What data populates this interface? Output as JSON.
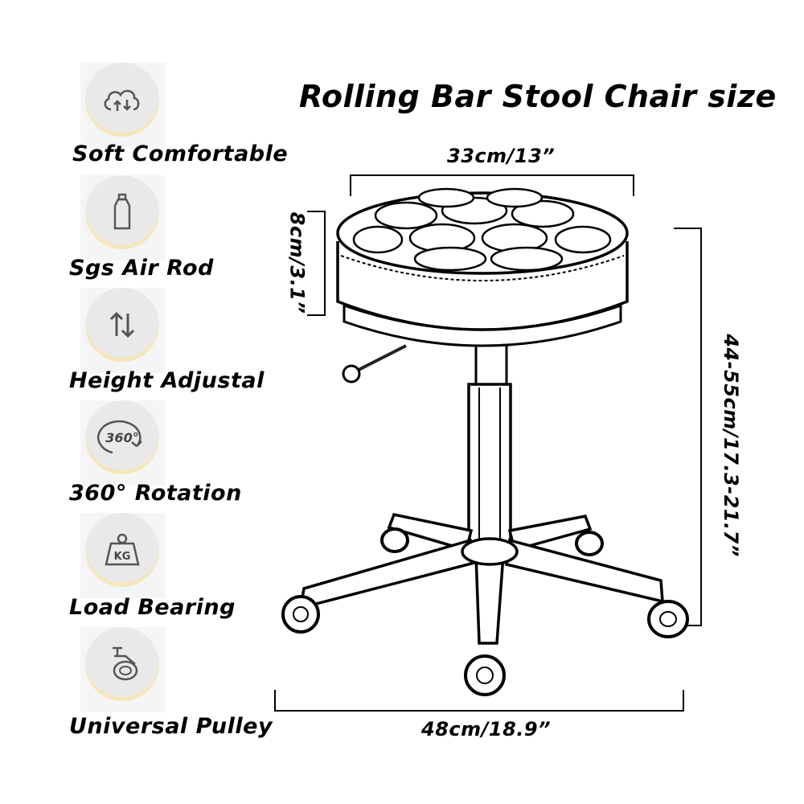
{
  "title": "Rolling Bar Stool Chair size",
  "features": [
    {
      "label": "Soft Comfortable",
      "icon": "cloud-sync-icon"
    },
    {
      "label": "Sgs Air Rod",
      "icon": "bottle-icon"
    },
    {
      "label": "Height Adjustal",
      "icon": "up-down-arrows-icon"
    },
    {
      "label": "360° Rotation",
      "icon": "rotation-360-icon"
    },
    {
      "label": "Load Bearing",
      "icon": "kg-weight-icon"
    },
    {
      "label": "Universal Pulley",
      "icon": "caster-wheel-icon"
    }
  ],
  "icon_texts": {
    "rotation": "360°",
    "weight": "KG"
  },
  "dimensions": {
    "seat_width": "33cm/13”",
    "seat_thickness": "8cm/3.1”",
    "height_range": "44-55cm/17.3-21.7”",
    "base_width": "48cm/18.9”"
  },
  "colors": {
    "badge": "#e9e9e9",
    "badge_accent": "#f6e7b8",
    "icon_stroke": "#555555"
  }
}
